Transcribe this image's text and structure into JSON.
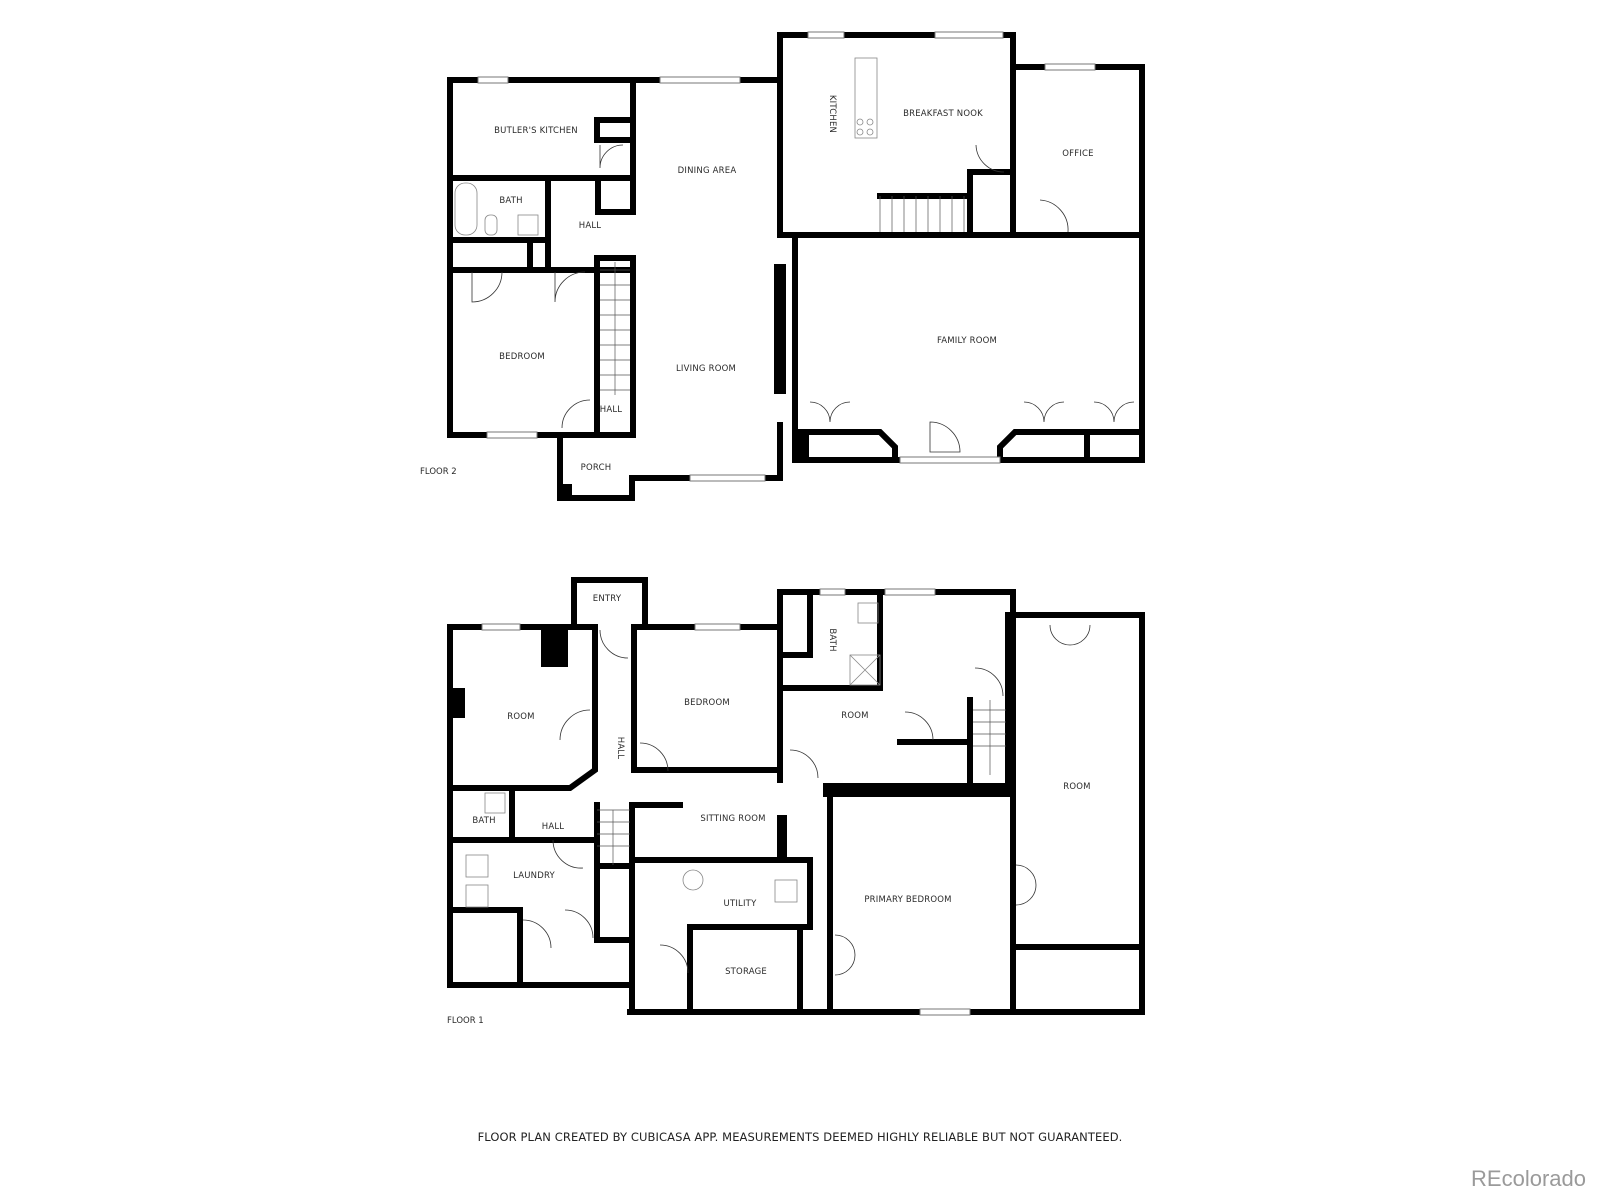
{
  "floor2": {
    "label": "FLOOR 2",
    "rooms": {
      "butlers_kitchen": "BUTLER'S KITCHEN",
      "dining_area": "DINING AREA",
      "kitchen": "KITCHEN",
      "breakfast_nook": "BREAKFAST NOOK",
      "office": "OFFICE",
      "bath": "BATH",
      "hall_upper": "HALL",
      "bedroom": "BEDROOM",
      "living_room": "LIVING ROOM",
      "family_room": "FAMILY ROOM",
      "hall_lower": "HALL",
      "porch": "PORCH"
    }
  },
  "floor1": {
    "label": "FLOOR 1",
    "rooms": {
      "entry": "ENTRY",
      "room_west": "ROOM",
      "hall_vertical": "HALL",
      "bedroom": "BEDROOM",
      "bath_east": "BATH",
      "room_center": "ROOM",
      "room_east": "ROOM",
      "bath_west": "BATH",
      "hall": "HALL",
      "sitting_room": "SITTING ROOM",
      "laundry": "LAUNDRY",
      "utility": "UTILITY",
      "primary_bedroom": "PRIMARY BEDROOM",
      "storage": "STORAGE"
    }
  },
  "footer": {
    "disclaimer": "FLOOR PLAN CREATED BY CUBICASA APP. MEASUREMENTS DEEMED HIGHLY RELIABLE BUT NOT GUARANTEED.",
    "brand": "REcolorado"
  },
  "colors": {
    "wall": "#000000",
    "fixture": "#888888",
    "background": "#ffffff",
    "brand": "#9a9a9a"
  }
}
